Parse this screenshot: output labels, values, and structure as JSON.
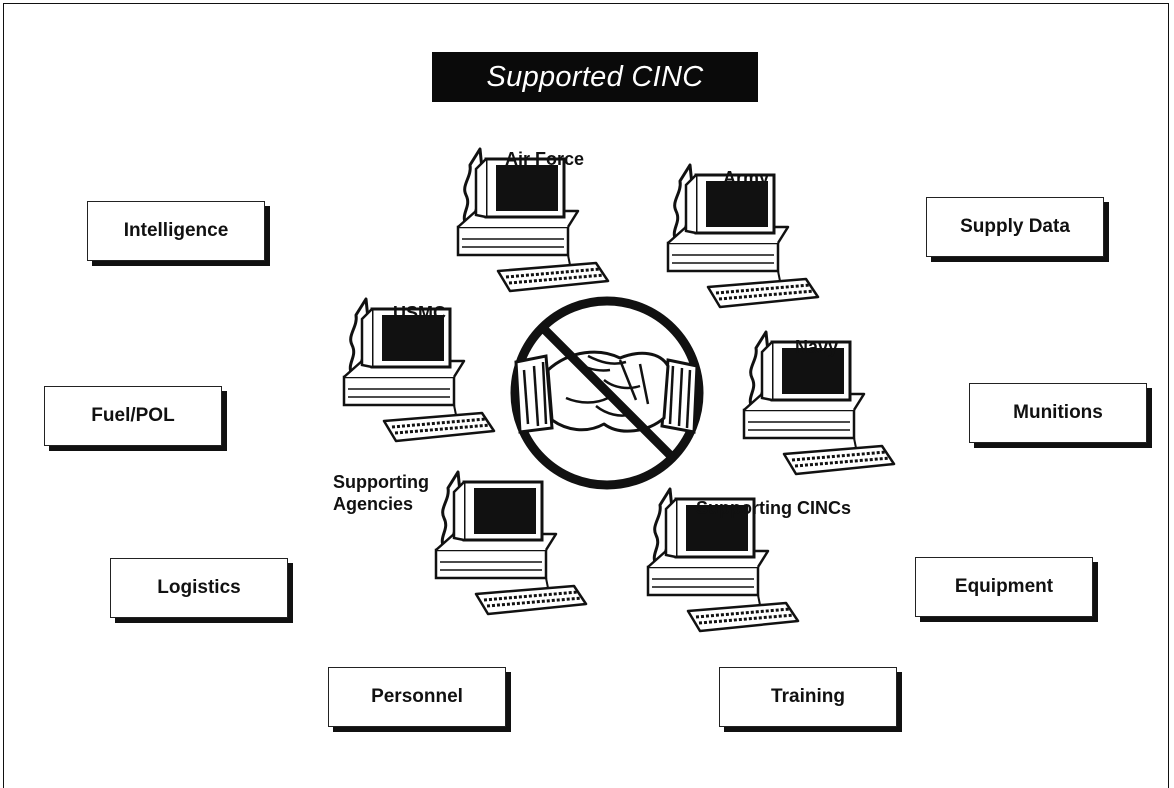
{
  "title": "Supported CINC",
  "data_categories": [
    {
      "key": "intelligence",
      "label": "Intelligence"
    },
    {
      "key": "fuel-pol",
      "label": "Fuel/POL"
    },
    {
      "key": "logistics",
      "label": "Logistics"
    },
    {
      "key": "personnel",
      "label": "Personnel"
    },
    {
      "key": "supply-data",
      "label": "Supply Data"
    },
    {
      "key": "munitions",
      "label": "Munitions"
    },
    {
      "key": "equipment",
      "label": "Equipment"
    },
    {
      "key": "training",
      "label": "Training"
    }
  ],
  "stations": [
    {
      "key": "air-force",
      "label": "Air Force"
    },
    {
      "key": "army",
      "label": "Army"
    },
    {
      "key": "usmc",
      "label": "USMC"
    },
    {
      "key": "navy",
      "label": "Navy"
    },
    {
      "key": "supporting-agencies",
      "label": "Supporting\nAgencies"
    },
    {
      "key": "supporting-cincs",
      "label": "Supporting CINCs"
    }
  ],
  "center_symbol": "no-handshake-icon"
}
